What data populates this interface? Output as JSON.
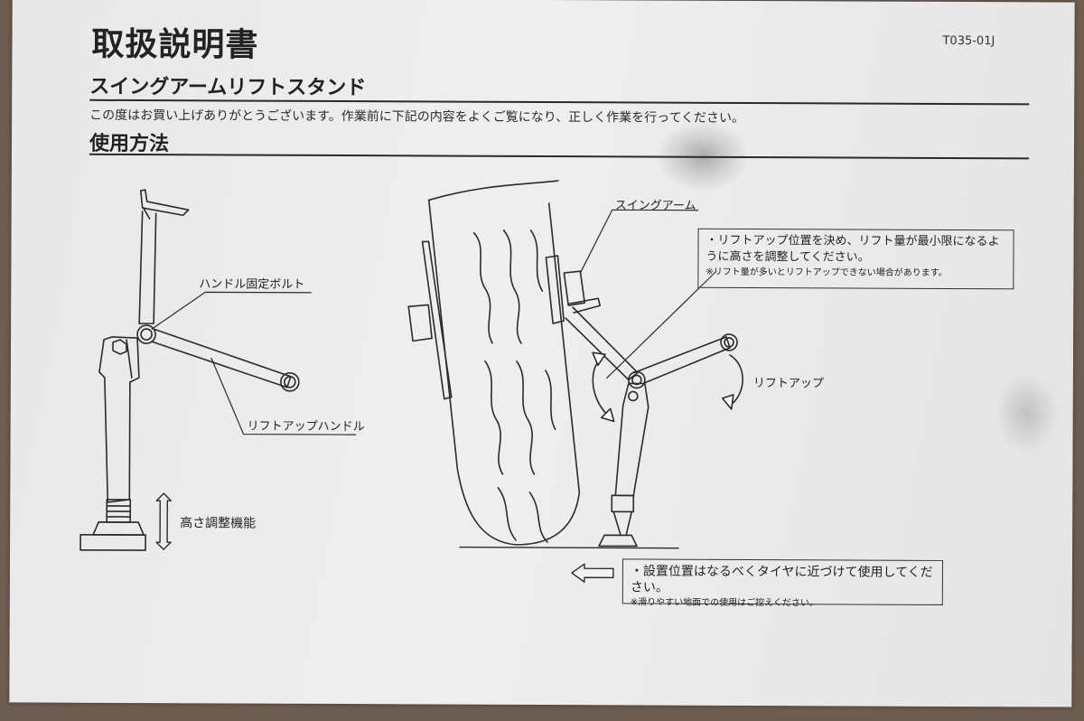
{
  "header": {
    "title": "取扱説明書",
    "code": "T035-01J"
  },
  "product": {
    "name": "スイングアームリフトスタンド",
    "intro": "この度はお買い上げありがとうございます。作業前に下記の内容をよくご覧になり、正しく作業を行ってください。"
  },
  "usage": {
    "heading": "使用方法"
  },
  "stand_figure": {
    "handle_bolt_label": "ハンドル固定ボルト",
    "lift_handle_label": "リフトアップハンドル",
    "height_adjust_label": "高さ調整機能"
  },
  "lift_figure": {
    "swing_arm_label": "スイングアーム",
    "lift_up_label": "リフトアップ",
    "lift_note_main": "・リフトアップ位置を決め、リフト量が最小限になるように高さを調整してください。",
    "lift_note_sub": "※リフト量が多いとリフトアップできない場合があります。",
    "place_note_main": "・設置位置はなるべくタイヤに近づけて使用してください。",
    "place_note_sub": "※滑りやすい地面での使用はご控えください。"
  }
}
